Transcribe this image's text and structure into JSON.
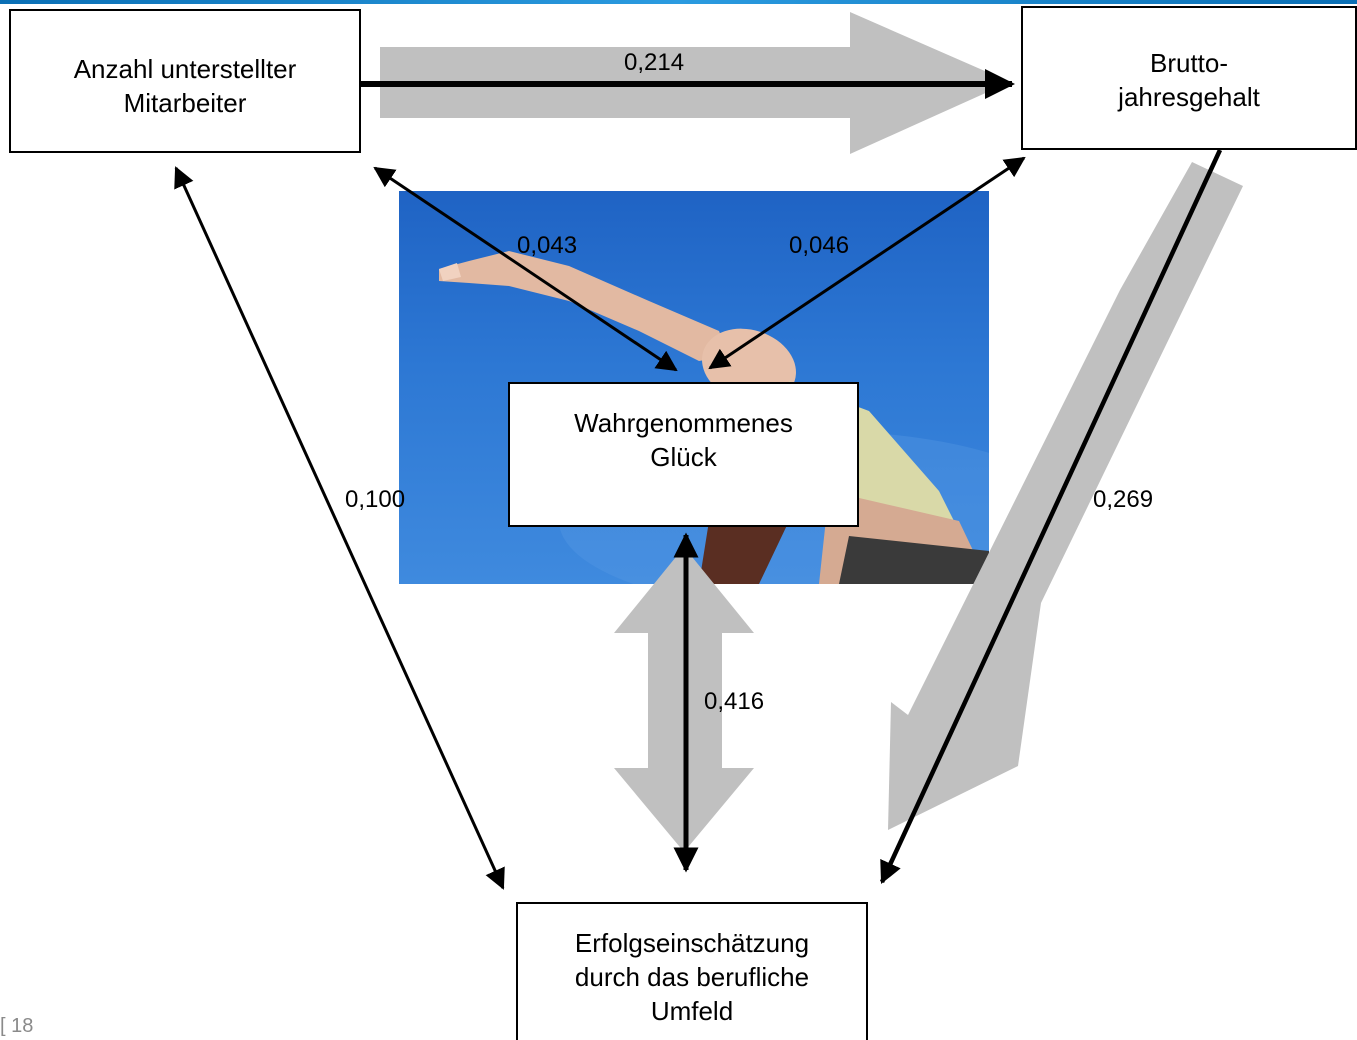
{
  "nodes": {
    "staff": "Anzahl unterstellter\nMitarbeiter",
    "salary": "Brutto-\njahresgehalt",
    "happiness": "Wahrgenommenes\nGlück",
    "success": "Erfolgseinschätzung\ndurch das berufliche\nUmfeld"
  },
  "relations": [
    {
      "from": "staff",
      "to": "salary",
      "value": "0,214",
      "directed": true,
      "emphasized": true
    },
    {
      "from": "staff",
      "to": "happiness",
      "value": "0,043",
      "directed": false,
      "emphasized": false
    },
    {
      "from": "salary",
      "to": "happiness",
      "value": "0,046",
      "directed": false,
      "emphasized": false
    },
    {
      "from": "staff",
      "to": "success",
      "value": "0,100",
      "directed": false,
      "emphasized": false
    },
    {
      "from": "salary",
      "to": "success",
      "value": "0,269",
      "directed": true,
      "emphasized": true
    },
    {
      "from": "happiness",
      "to": "success",
      "value": "0,416",
      "directed": false,
      "emphasized": true
    }
  ],
  "page_number": "18",
  "colors": {
    "emphasis_arrow": "#c0c0c0",
    "sky": "#2d78d4",
    "accent_line": "#0a6fb5"
  }
}
